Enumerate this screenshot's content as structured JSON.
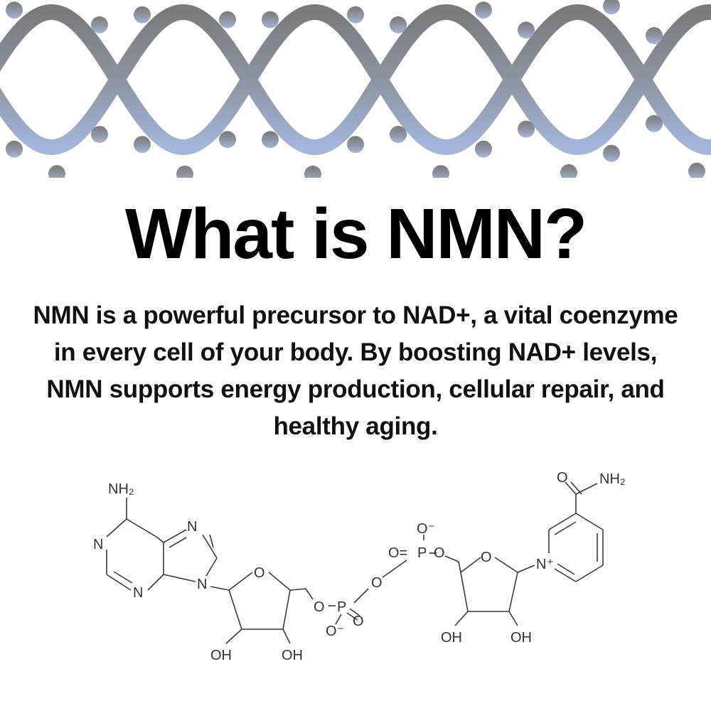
{
  "title": "What is NMN?",
  "description": "NMN is a powerful precursor to NAD+, a vital coenzyme in every cell of your body. By boosting NAD+ levels, NMN supports energy production, cellular repair, and healthy aging.",
  "colors": {
    "dna_top": "#7e7e7e",
    "dna_bottom": "#9fb2d6",
    "text": "#000000"
  },
  "molecule": {
    "labels": {
      "nh2_left": "NH₂",
      "n_a": "N",
      "n_b": "N",
      "n_c": "N",
      "n_d": "N",
      "o_ring_left": "O",
      "o_link_left": "O",
      "p_left": "P",
      "o_eq_left": "O",
      "o_minus_left": "O⁻",
      "o_bridge": "O",
      "o_minus_right": "O⁻",
      "o_eq_right": "O=",
      "p_right": "P",
      "o_link_right": "O",
      "o_ring_right": "O",
      "n_plus": "N⁺",
      "o_amide": "O",
      "nh2_right": "NH₂",
      "oh_1": "OH",
      "oh_2": "OH",
      "oh_3": "OH",
      "oh_4": "OH"
    }
  }
}
